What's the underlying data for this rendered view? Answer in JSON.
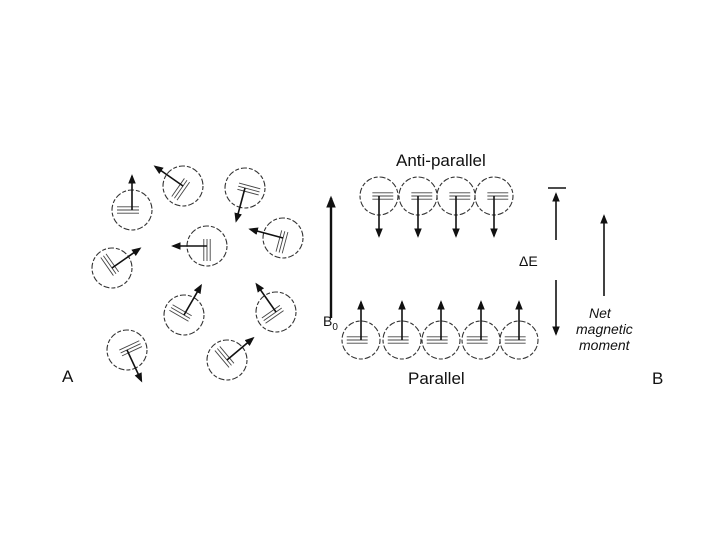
{
  "panel_a": {
    "label": "A"
  },
  "panel_b": {
    "label": "B",
    "field_label": "B",
    "field_subscript": "0",
    "antiparallel_label": "Anti-parallel",
    "parallel_label": "Parallel",
    "energy_label": "ΔE",
    "net_moment_lines": [
      "Net",
      "magnetic",
      "moment"
    ]
  }
}
